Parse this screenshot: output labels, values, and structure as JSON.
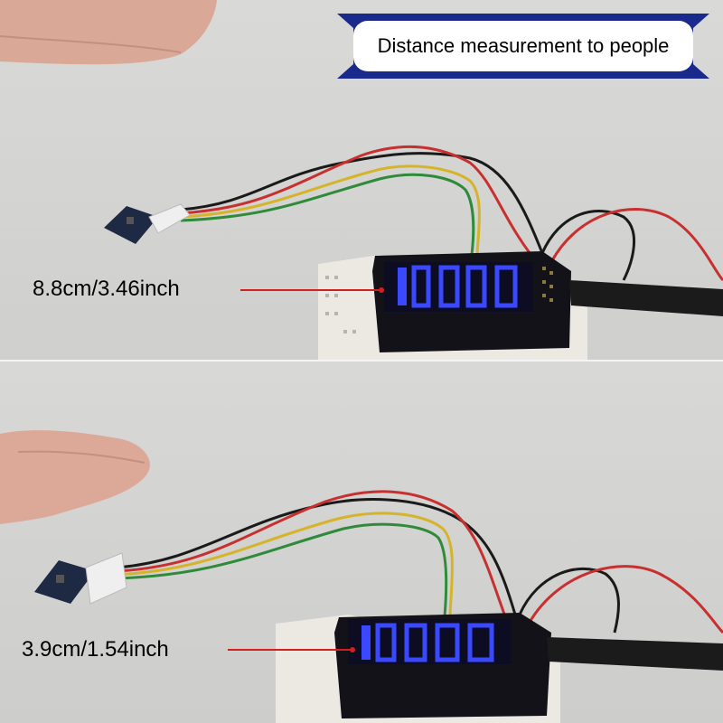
{
  "title": "Distance measurement to people",
  "panels": [
    {
      "measurement": "8.8cm/3.46inch"
    },
    {
      "measurement": "3.9cm/1.54inch"
    }
  ],
  "colors": {
    "title_border": "#1a2a8c",
    "leader_line": "#d22020",
    "led_blue": "#3a48ff"
  }
}
